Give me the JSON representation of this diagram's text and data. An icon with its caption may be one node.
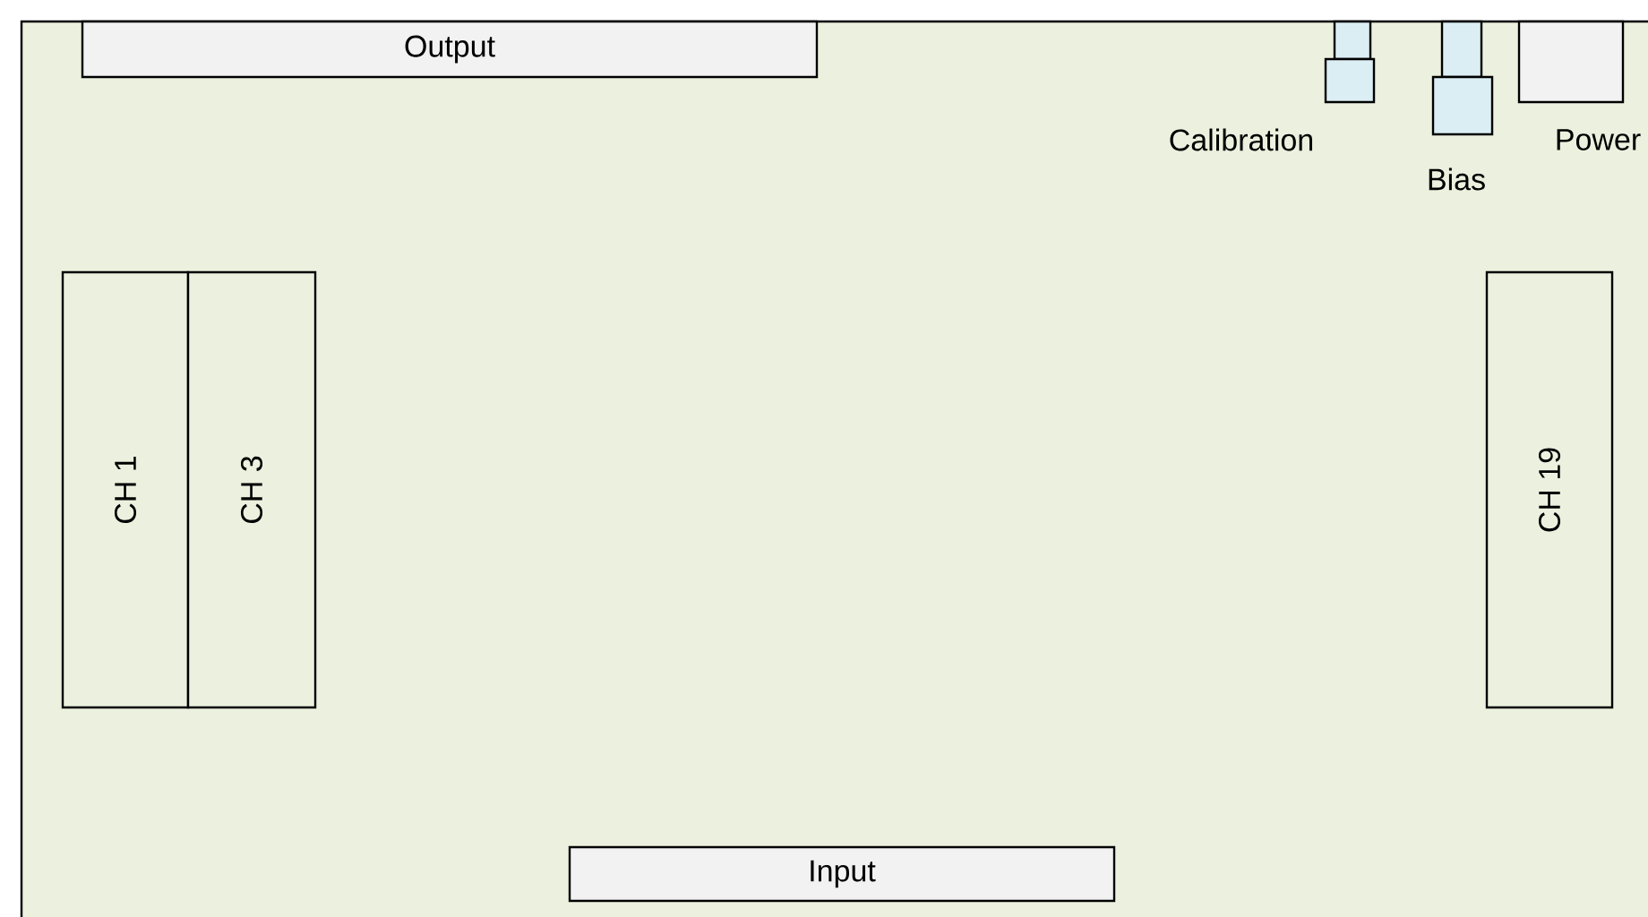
{
  "diagram": {
    "nodes": [
      {
        "text": [
          "Output"
        ]
      },
      {
        "text": [
          "Calibration"
        ]
      },
      {
        "text": [
          "Bias"
        ]
      },
      {
        "text": [
          "Power"
        ]
      },
      {
        "text": [
          "CH 1"
        ]
      },
      {
        "text": [
          "CH 3"
        ]
      },
      {
        "text": [
          "CH 19"
        ]
      },
      {
        "text": [
          "Input"
        ]
      }
    ]
  }
}
